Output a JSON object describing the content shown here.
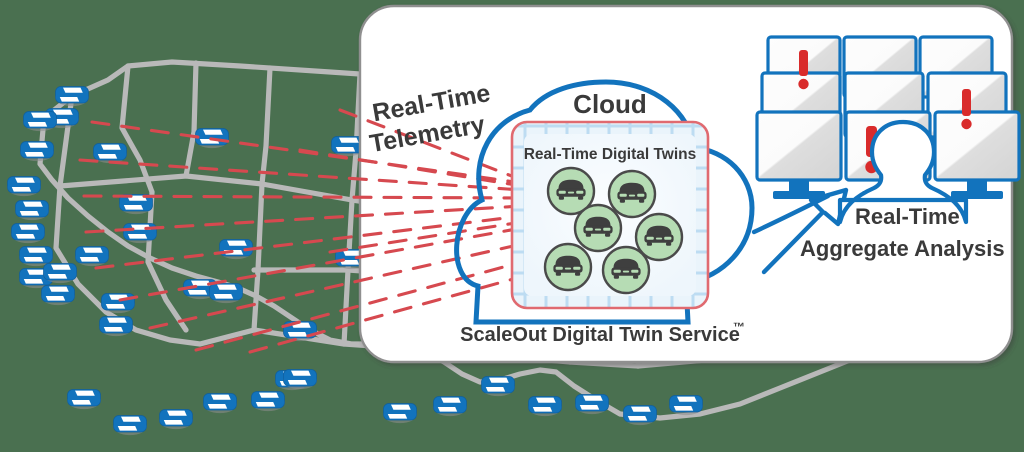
{
  "background_color": "#4a7050",
  "panel": {
    "name": "ScaleOut Digital Twin Service panel",
    "fill": "#ffffff",
    "border_color": "#8a8a8a",
    "caption": "ScaleOut Digital Twin Service",
    "caption_trademark": "™"
  },
  "map": {
    "name": "United States map",
    "outline_color": "#b5b5b5",
    "vehicle_color": "#1273bd",
    "vehicle_count": 38,
    "description": "Map of the contiguous United States with blue car icons distributed across states"
  },
  "telemetry": {
    "label_line1": "Real-Time",
    "label_line2": "Telemetry",
    "line_color": "#d6494f",
    "line_style": "dashed",
    "line_count": 12
  },
  "cloud": {
    "label": "Cloud",
    "outline_color": "#1273bd",
    "fill": "none"
  },
  "twins_box": {
    "title": "Real-Time Digital Twins",
    "border_color": "#e06a70",
    "grid_color": "#bcdcf2",
    "fill": "#eef6fc",
    "twin_fill": "#b6dcb4",
    "twin_stroke": "#3f3f3f",
    "icon": "car-icon",
    "twin_count": 6
  },
  "analysis": {
    "label_line1": "Real-Time",
    "label_line2": "Aggregate Analysis",
    "arrow_color": "#1273bd",
    "arrow_direction": "up-right"
  },
  "monitors": {
    "border_color": "#1273bd",
    "screen_light": "#fdfdfd",
    "screen_dark": "#d8d8d8",
    "stand_color": "#1273bd",
    "rows": 3,
    "columns": 3,
    "alert_color": "#d92b2b",
    "alert_glyph": "!",
    "alert_positions": [
      {
        "row": 1,
        "col": 1
      },
      {
        "row": 2,
        "col": 3
      },
      {
        "row": 3,
        "col": 2
      }
    ],
    "person": {
      "name": "analyst-silhouette",
      "fill": "#ffffff",
      "outline": "#1273bd"
    }
  }
}
